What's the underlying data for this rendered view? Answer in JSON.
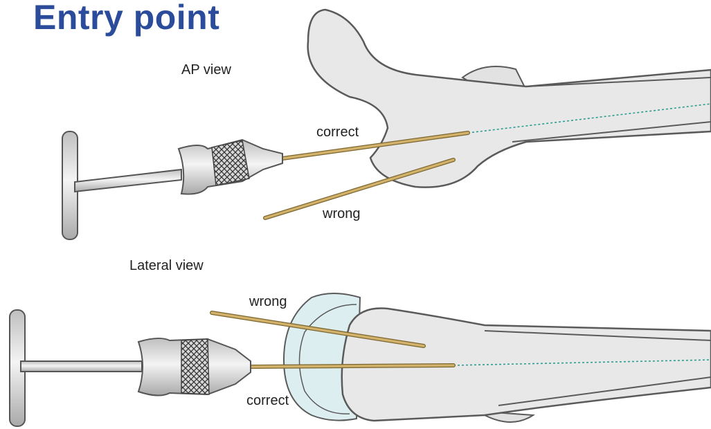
{
  "title": "Entry point",
  "ap_view": {
    "label": "AP view",
    "correct_label": "correct",
    "wrong_label": "wrong"
  },
  "lateral_view": {
    "label": "Lateral view",
    "wrong_label": "wrong",
    "correct_label": "correct"
  },
  "colors": {
    "title": "#2b4c9b",
    "bone_fill": "#e8e8e8",
    "bone_outline": "#5a5a5a",
    "wire": "#c9a95c",
    "axis_line": "#2a9d8f",
    "condyle": "#dceef0"
  },
  "icons": [
    "t-handle-chuck",
    "guide-wire",
    "femur-bone"
  ]
}
